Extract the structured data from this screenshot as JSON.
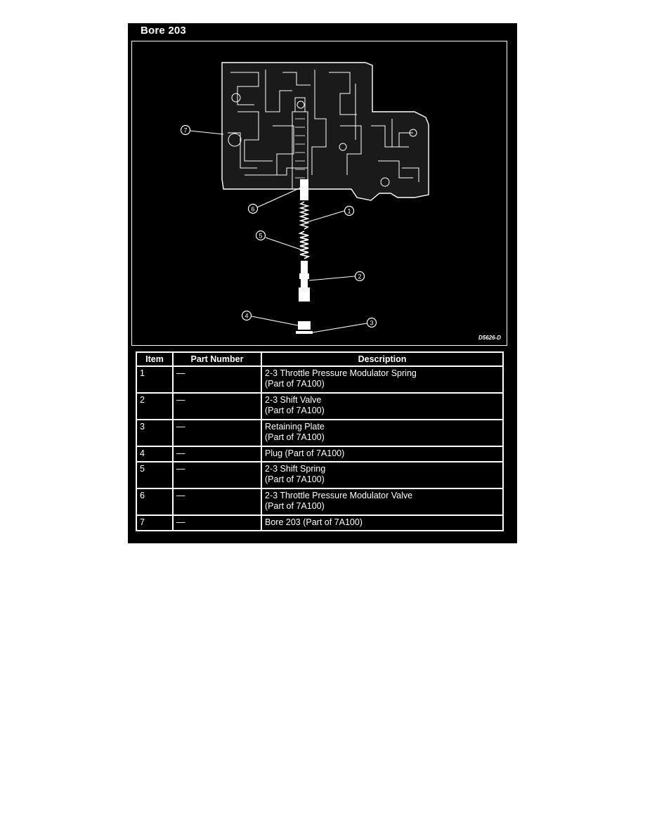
{
  "page": {
    "title": "Bore 203",
    "figure_code": "D5626-D"
  },
  "callouts": [
    "1",
    "2",
    "3",
    "4",
    "5",
    "6",
    "7"
  ],
  "table": {
    "headers": {
      "item": "Item",
      "part_number": "Part Number",
      "description": "Description"
    },
    "rows": [
      {
        "item": "1",
        "part_number": "—",
        "description": "2-3 Throttle Pressure Modulator Spring\n(Part of 7A100)"
      },
      {
        "item": "2",
        "part_number": "—",
        "description": "2-3 Shift Valve\n(Part of 7A100)"
      },
      {
        "item": "3",
        "part_number": "—",
        "description": "Retaining Plate\n(Part of 7A100)"
      },
      {
        "item": "4",
        "part_number": "—",
        "description": "Plug (Part of 7A100)"
      },
      {
        "item": "5",
        "part_number": "—",
        "description": "2-3 Shift Spring\n(Part of 7A100)"
      },
      {
        "item": "6",
        "part_number": "—",
        "description": "2-3 Throttle Pressure Modulator Valve\n(Part of 7A100)"
      },
      {
        "item": "7",
        "part_number": "—",
        "description": "Bore 203 (Part of 7A100)"
      }
    ]
  }
}
